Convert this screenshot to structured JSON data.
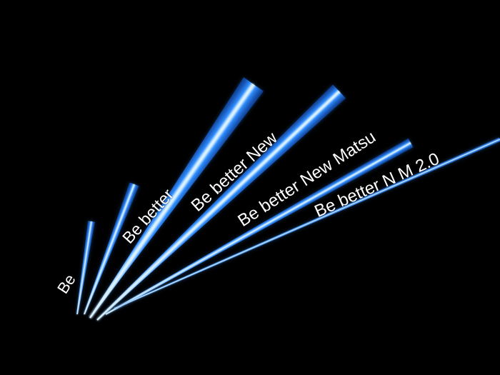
{
  "colors": {
    "background": "#000000",
    "beam_core": "#dff4ff",
    "beam_bright": "#2f8dff",
    "beam_deep": "#0a3ea8",
    "label_text": "#ffffff"
  },
  "labels": [
    {
      "id": "label-1",
      "text": "Be"
    },
    {
      "id": "label-2",
      "text": "Be better"
    },
    {
      "id": "label-3",
      "text": "Be better New"
    },
    {
      "id": "label-4",
      "text": "Be better New Matsu"
    },
    {
      "id": "label-5",
      "text": "Be better N M 2.0"
    }
  ]
}
